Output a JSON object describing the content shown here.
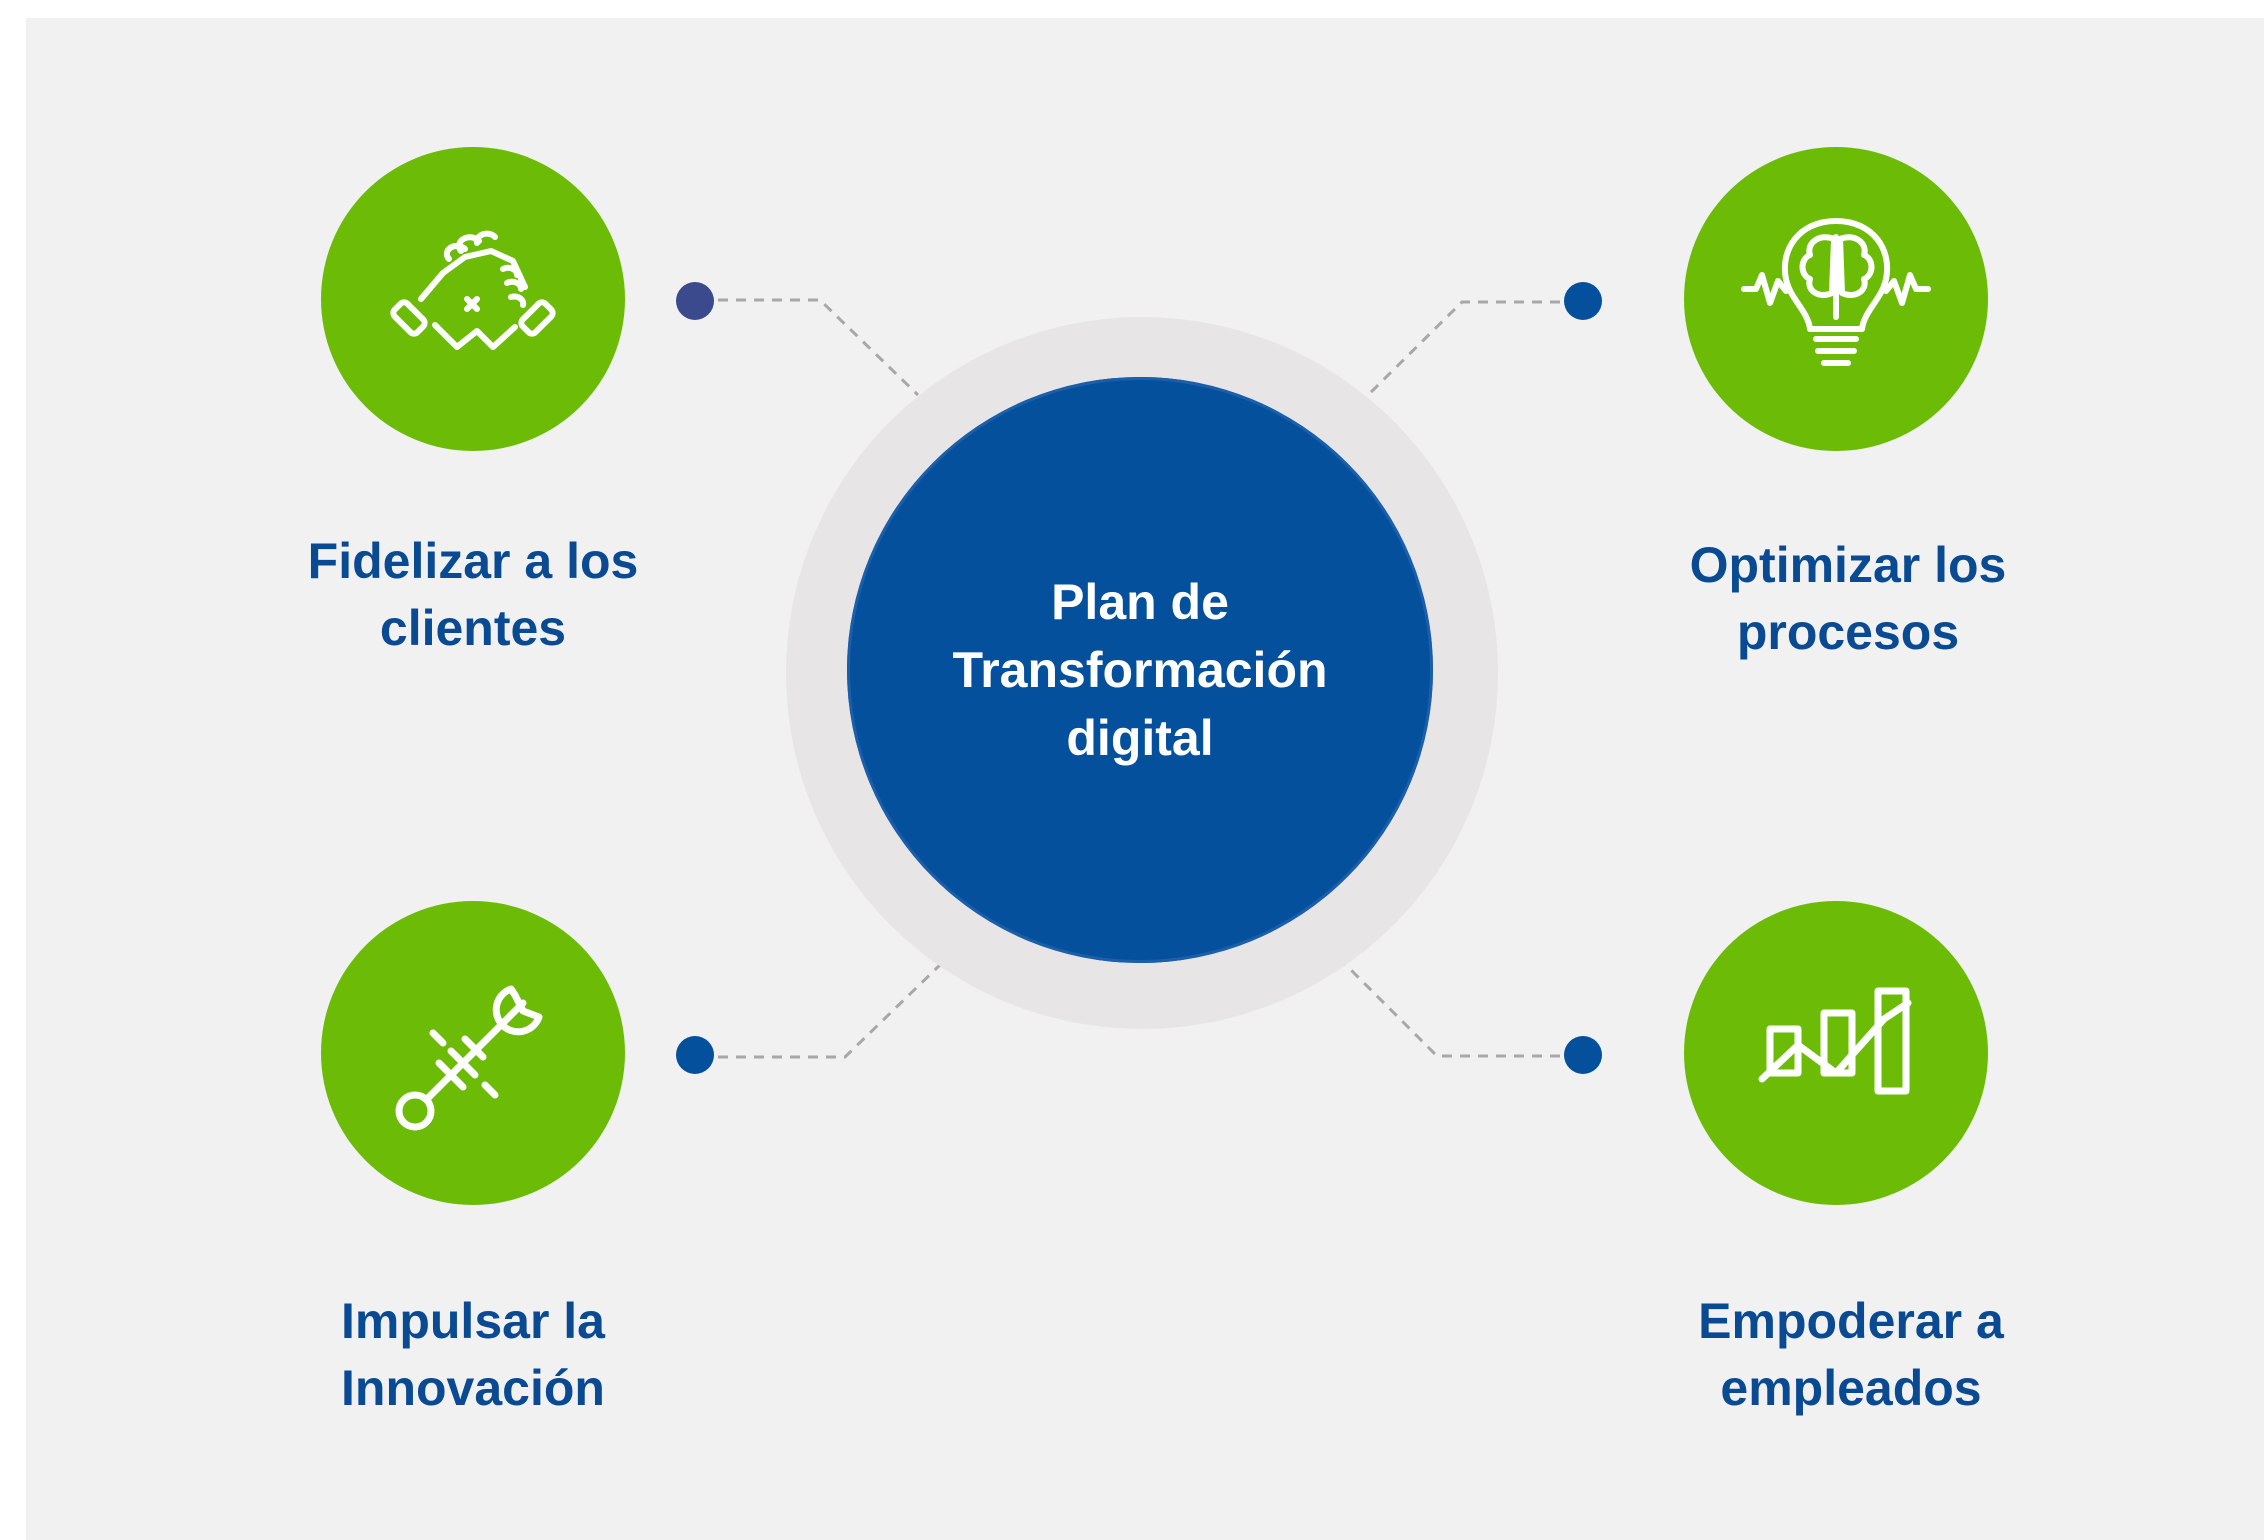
{
  "center": {
    "title": "Plan de\nTransformación\ndigital"
  },
  "pillars": [
    {
      "label": "Fidelizar a los\nclientes",
      "icon": "handshake-icon"
    },
    {
      "label": "Optimizar los\nprocesos",
      "icon": "lightbulb-brain-icon"
    },
    {
      "label": "Impulsar la\nInnovación",
      "icon": "wrench-tools-icon"
    },
    {
      "label": "Empoderar a\nempleados",
      "icon": "growth-chart-icon"
    }
  ],
  "colors": {
    "hub": "#04509c",
    "ring": "#e7e5e6",
    "pillar_green": "#6cbc07",
    "label_blue": "#0a4a92",
    "dot_blue": "#04509c",
    "dot_purple": "#3b4a8c",
    "background": "#f1f1f1",
    "connector": "#a8a8a8"
  }
}
